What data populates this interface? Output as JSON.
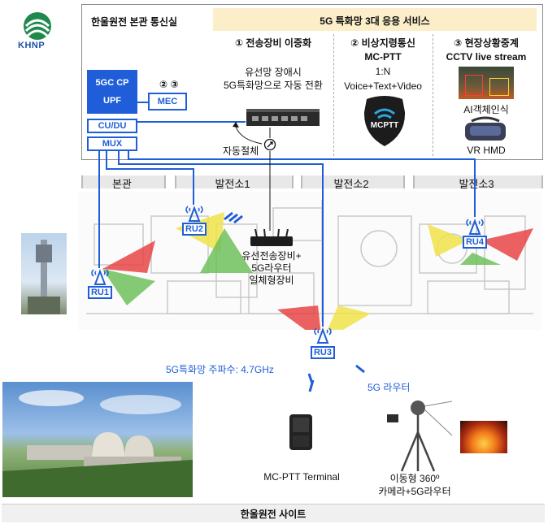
{
  "logo": {
    "text": "KHNP"
  },
  "top_panel": {
    "hq_title": "한울원전 본관 통신실",
    "services_title": "5G 특화망 3대 응용 서비스",
    "service1": {
      "title": "① 전송장비 이중화",
      "line1": "유선망 장애시",
      "line2": "5G특화망으로 자동 전환"
    },
    "service2": {
      "title": "② 비상지령통신",
      "line1": "MC-PTT",
      "line2": "1:N",
      "line3": "Voice+Text+Video",
      "badge": "MCPTT"
    },
    "service3": {
      "title": "③ 현장상황중계",
      "line1": "CCTV live stream",
      "line2": "AI객체인식",
      "line3": "VR HMD"
    },
    "core": {
      "line1": "5GC CP",
      "line2": "UPF"
    },
    "mec_tag": "② ③",
    "mec": "MEC",
    "cudu": "CU/DU",
    "mux": "MUX",
    "auto_switch": "자동절체"
  },
  "zones": [
    "본관",
    "발전소1",
    "발전소2",
    "발전소3"
  ],
  "radio_units": [
    "RU1",
    "RU2",
    "RU3",
    "RU4"
  ],
  "equipment_label": {
    "line1": "유선전송장비+",
    "line2": "5G라우터",
    "line3": "일체형장비"
  },
  "frequency_label": "5G특화망 주파수: 4.7GHz",
  "router_label": "5G 라우터",
  "terminal_label": "MC-PTT Terminal",
  "camera_label": {
    "line1": "이동형 360º",
    "line2": "카메라+5G라우터"
  },
  "footer": "한울원전 사이트",
  "colors": {
    "accent": "#1f5ed8",
    "header_bg": "#fbeec9",
    "logo_green": "#1f8a4c",
    "logo_blue": "#1e4fa8"
  }
}
